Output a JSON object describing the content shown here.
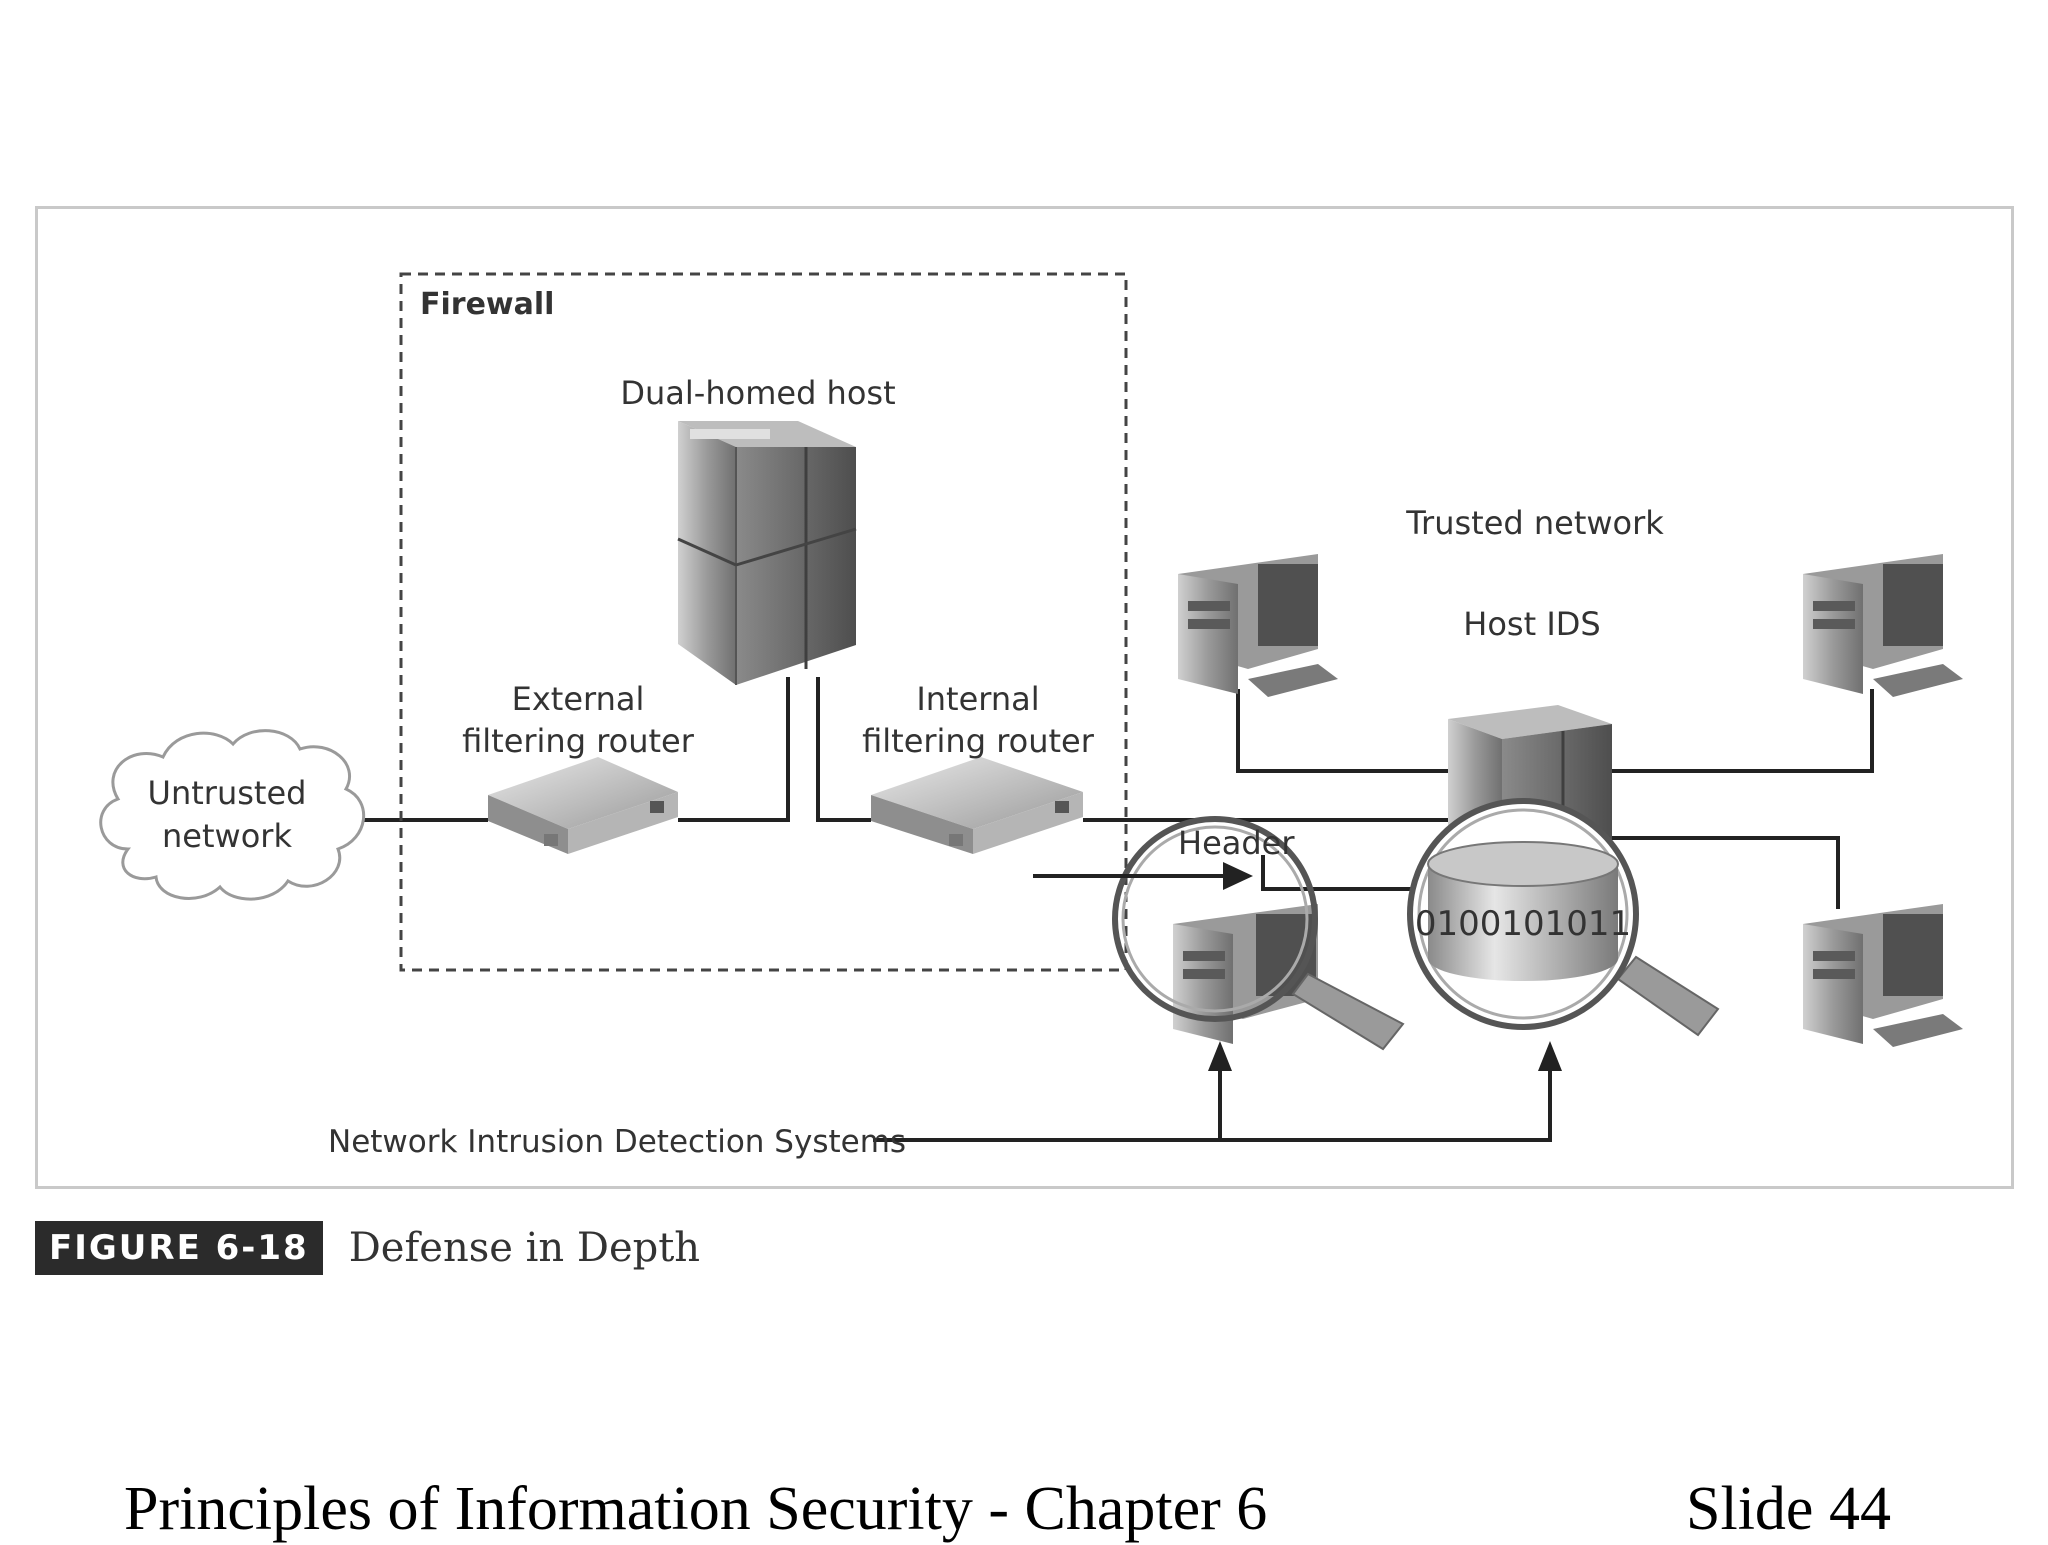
{
  "diagram": {
    "firewall_label": "Firewall",
    "dual_homed_host_label": "Dual-homed host",
    "external_router_label_line1": "External",
    "external_router_label_line2": "filtering router",
    "internal_router_label_line1": "Internal",
    "internal_router_label_line2": "filtering router",
    "untrusted_label_line1": "Untrusted",
    "untrusted_label_line2": "network",
    "trusted_network_label": "Trusted network",
    "host_ids_label": "Host IDS",
    "header_label": "Header",
    "binary_label": "0100101011",
    "nids_label": "Network Intrusion Detection Systems"
  },
  "caption": {
    "figure_number": "FIGURE 6-18",
    "figure_title": "Defense in Depth"
  },
  "footer": {
    "title": "Principles of Information Security - Chapter 6",
    "slide_number": "Slide 44"
  }
}
